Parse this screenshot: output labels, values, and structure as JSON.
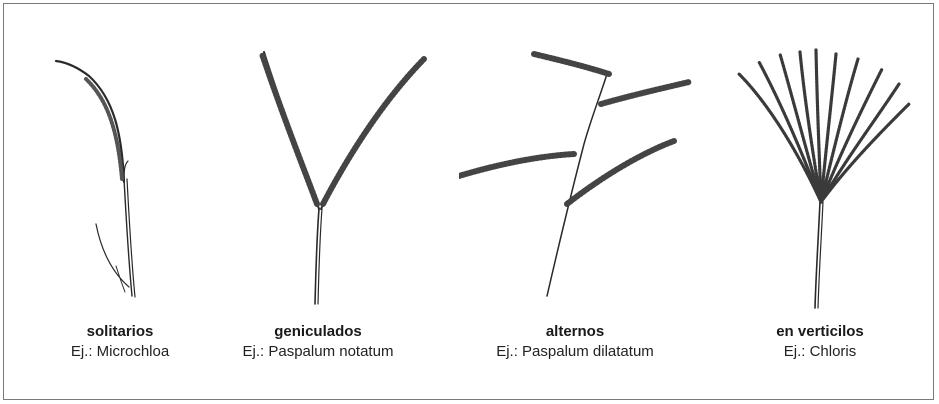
{
  "panels": [
    {
      "title": "solitarios",
      "example": "Ej.: Microchloa"
    },
    {
      "title": "geniculados",
      "example": "Ej.: Paspalum notatum"
    },
    {
      "title": "alternos",
      "example": "Ej.: Paspalum dilatatum"
    },
    {
      "title": "en verticilos",
      "example": "Ej.: Chloris"
    }
  ],
  "colors": {
    "ink": "#2a2a2a",
    "border": "#7a7a7a"
  }
}
